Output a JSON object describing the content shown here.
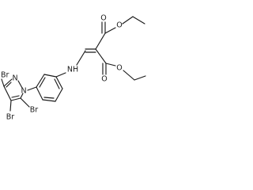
{
  "structure": {
    "labels": {
      "o_carbonyl_top": "O",
      "o_ester_top": "O",
      "o_carbonyl_bottom": "O",
      "o_ester_bottom": "O",
      "nh": "NH",
      "n_pyrazole_1": "N",
      "n_pyrazole_2": "N",
      "br_3": "Br",
      "br_4": "Br",
      "br_5": "Br"
    }
  }
}
